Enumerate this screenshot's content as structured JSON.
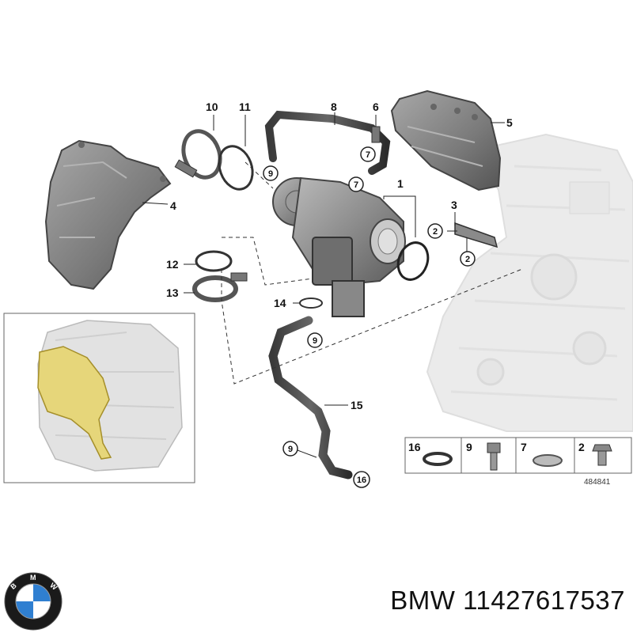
{
  "callouts": {
    "c1": "1",
    "c3": "3",
    "c4": "4",
    "c5": "5",
    "c6": "6",
    "c8": "8",
    "c10": "10",
    "c11": "11",
    "c12": "12",
    "c13": "13",
    "c14": "14",
    "c15": "15"
  },
  "circled": {
    "c2a": "2",
    "c2b": "2",
    "c7a": "7",
    "c7b": "7",
    "c9a": "9",
    "c9b": "9",
    "c9c": "9",
    "c16": "16"
  },
  "legend": {
    "cells": [
      {
        "num": "16"
      },
      {
        "num": "9"
      },
      {
        "num": "7"
      },
      {
        "num": "2"
      }
    ],
    "ref": "484841"
  },
  "brand": {
    "logo_letters": "BMW",
    "part_label": "BMW 11427617537",
    "colors": {
      "blue": "#2f7fd1",
      "ring": "#111111",
      "highlight": "#e6d67a"
    }
  }
}
